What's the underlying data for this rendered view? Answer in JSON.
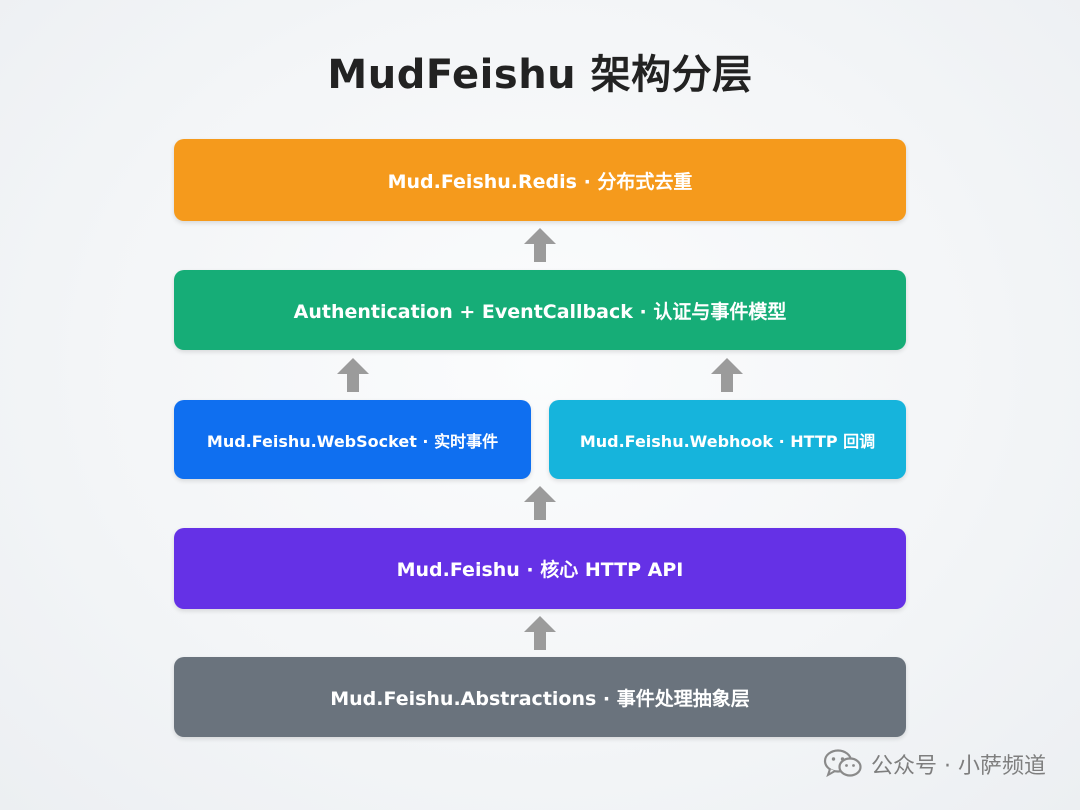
{
  "title": "MudFeishu 架构分层",
  "layers": {
    "redis": "Mud.Feishu.Redis · 分布式去重",
    "auth": "Authentication + EventCallback · 认证与事件模型",
    "websocket": "Mud.Feishu.WebSocket · 实时事件",
    "webhook": "Mud.Feishu.Webhook · HTTP 回调",
    "core": "Mud.Feishu · 核心 HTTP API",
    "abstractions": "Mud.Feishu.Abstractions · 事件处理抽象层"
  },
  "colors": {
    "redis": "#f59a1c",
    "auth": "#16ad77",
    "websocket": "#0f6ff0",
    "webhook": "#16b4dc",
    "core": "#6531e6",
    "abstractions": "#6a737d",
    "arrow": "#9b9b9b"
  },
  "watermark": {
    "icon": "wechat-icon",
    "text": "公众号 · 小萨频道"
  }
}
